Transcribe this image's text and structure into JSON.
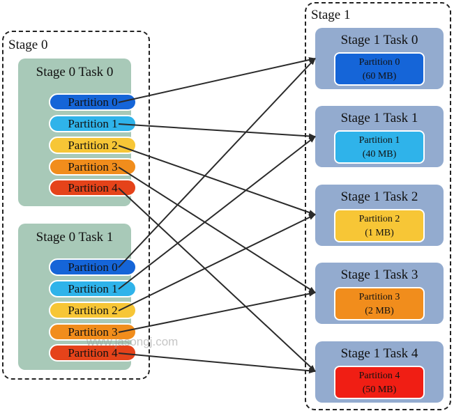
{
  "stage0": {
    "label": "Stage 0",
    "tasks": [
      {
        "title": "Stage 0 Task 0",
        "partitions": [
          "Partition 0",
          "Partition 1",
          "Partition 2",
          "Partition 3",
          "Partition 4"
        ]
      },
      {
        "title": "Stage 0 Task 1",
        "partitions": [
          "Partition 0",
          "Partition 1",
          "Partition 2",
          "Partition 3",
          "Partition 4"
        ]
      }
    ]
  },
  "stage1": {
    "label": "Stage 1",
    "tasks": [
      {
        "title": "Stage 1 Task 0",
        "partition": "Partition 0",
        "size": "(60 MB)"
      },
      {
        "title": "Stage 1 Task 1",
        "partition": "Partition 1",
        "size": "(40 MB)"
      },
      {
        "title": "Stage 1 Task 2",
        "partition": "Partition 2",
        "size": "(1 MB)"
      },
      {
        "title": "Stage 1 Task 3",
        "partition": "Partition 3",
        "size": "(2 MB)"
      },
      {
        "title": "Stage 1 Task 4",
        "partition": "Partition 4",
        "size": "(50 MB)"
      }
    ]
  },
  "watermark": "www.jasongj.com",
  "colors": {
    "partition_0": "#1565d8",
    "partition_1": "#2fb3ea",
    "partition_2": "#f7c636",
    "partition_3": "#f18d1c",
    "partition_4": "#e5431a",
    "stage0_task_bg": "#a8c9b8",
    "stage1_task_bg": "#93abcf"
  }
}
